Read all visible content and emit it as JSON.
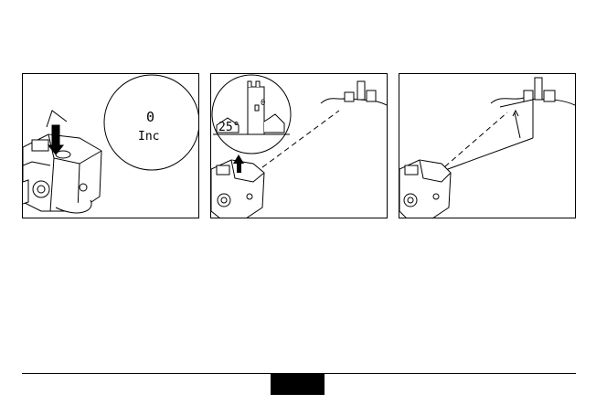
{
  "panels": [
    {
      "id": "step-1",
      "display": {
        "value": "0",
        "mode": "Inc"
      }
    },
    {
      "id": "step-2",
      "display": {
        "value": "25",
        "unit": "°",
        "indicator": "0"
      }
    },
    {
      "id": "step-3"
    }
  ],
  "colors": {
    "ink": "#000000",
    "paper": "#ffffff"
  },
  "icons": [
    "laser-rangefinder-icon",
    "press-arrow-icon",
    "castle-icon",
    "laser-beam-icon",
    "angle-arc-icon"
  ]
}
